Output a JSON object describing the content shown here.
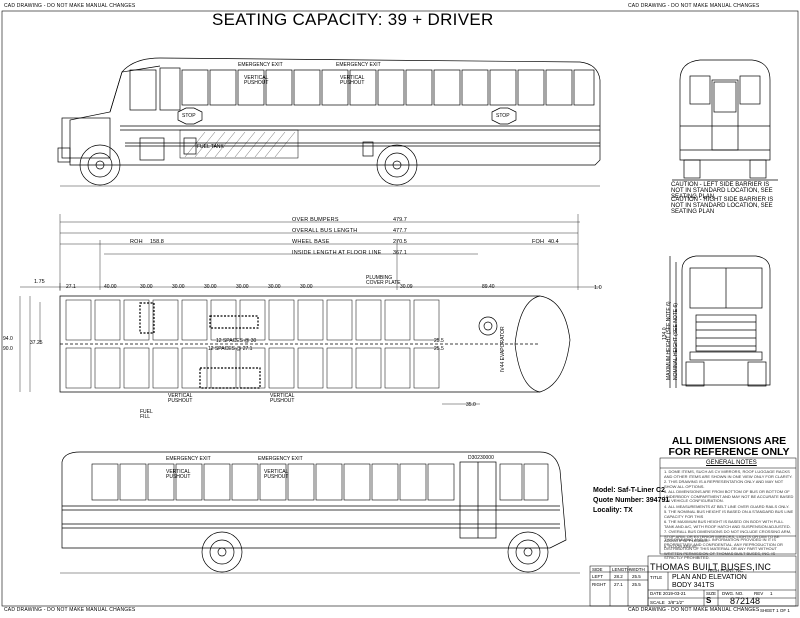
{
  "sheet": {
    "title": "SEATING CAPACITY: 39 + DRIVER",
    "corner_label": "CAD DRAWING - DO NOT MAKE MANUAL CHANGES",
    "reference_only": "ALL DIMENSIONS ARE FOR REFERENCE ONLY"
  },
  "side_view_top": {
    "emergency_exit_1": "EMERGENCY EXIT",
    "emergency_exit_2": "EMERGENCY EXIT",
    "vertical_pushout_1": "VERTICAL PUSHOUT",
    "vertical_pushout_2": "VERTICAL PUSHOUT",
    "stop_sign_front": "STOP",
    "stop_sign_rear": "STOP",
    "fuel_tank": "FUEL TANK"
  },
  "side_view_bottom": {
    "emergency_exit_1": "EMERGENCY EXIT",
    "emergency_exit_2": "EMERGENCY EXIT",
    "vertical_pushout_1": "VERTICAL PUSHOUT",
    "vertical_pushout_2": "VERTICAL PUSHOUT",
    "plate": "D30230000"
  },
  "rear_view": {
    "caution_left": "CAUTION - LEFT SIDE BARRIER IS NOT IN STANDARD LOCATION, SEE SEATING PLAN",
    "caution_right": "CAUTION - RIGHT SIDE BARRIER IS NOT IN STANDARD LOCATION, SEE SEATING PLAN"
  },
  "front_view": {
    "max_height": "MAXIMUM HEIGHT (SEE NOTE 6)",
    "nominal_height": "NOMINAL HEIGHT (SEE NOTE 6)",
    "max_height_value": "134.0"
  },
  "dimensions": {
    "over_bumpers_label": "OVER BUMPERS",
    "over_bumpers": "479.7",
    "overall_length_label": "OVERALL BUS LENGTH",
    "overall_length": "477.7",
    "wheel_base_label": "WHEEL BASE",
    "wheel_base": "270.5",
    "inside_length_label": "INSIDE LENGTH AT FLOOR LINE",
    "inside_length": "367.1",
    "roh_label": "ROH",
    "roh": "158.8",
    "foh_label": "FOH",
    "foh": "40.4",
    "offset_175": "1.75",
    "offset_10": "1.0",
    "seg_first": "27.1",
    "seg_2": "40.00",
    "seg_30": [
      "30.00",
      "30.00",
      "30.00",
      "30.00",
      "30.00",
      "30.00"
    ],
    "seg_last": "30.09",
    "front_area": "89.40",
    "width_94": "94.0",
    "width_90": "90.0",
    "width_3725": "37.25",
    "spaces_top": "12 SPACES @ 30",
    "spaces_bottom": "12 SPACES @ 27.1",
    "dim_350": "35.0",
    "dim_255_1": "25.5",
    "dim_255_2": "25.5",
    "fuel_fill": "FUEL FILL",
    "plumbing": "PLUMBING COVER PLATE",
    "evaporator": "IV44 EVAPORATOR",
    "floor_pushout_1": "VERTICAL PUSHOUT",
    "floor_pushout_2": "VERTICAL PUSHOUT"
  },
  "model_info": {
    "model": "Model: Saf-T-Liner C2",
    "quote": "Quote Number: 394791",
    "locality": "Locality: TX"
  },
  "notes": {
    "title": "GENERAL NOTES",
    "lines": [
      "1. DOME ITEMS, SUCH AS CV MIRRORS, ROOF LUGGAGE RACKS AND OTHER ITEMS ARE SHOWN IN ONE VIEW ONLY FOR CLARITY.",
      "2. THIS DRAWING IS A REPRESENTATION ONLY AND MAY NOT SHOW ALL OPTIONS.",
      "3. ALL DIMENSIONS ARE FROM BOTTOM OF BUS OR BOTTOM OF UNDERBODY COMPARTMENT AND MAY NOT BE ACCURATE BASED ON VEHICLE CONFIGURATION.",
      "4. ALL MEASUREMENTS AT BELT LINE OVER GUARD RAILS ONLY.",
      "5. THE NOMINAL BUS HEIGHT IS BASED ON A STANDARD BUS LINE CAPACITY FOR THIS",
      "6. THE MAXIMUM BUS HEIGHT IS BASED ON BODY WITH FULL TANK AND A/C, WITH ROOF HATCH AND SUSPENSION ADJUSTED.",
      "7. OVERALL BUS DIMENSIONS DO NOT INCLUDE CROSSING ARM, STOP ARM, OR EXTERIOR MIRRORS, LIGHTS OR DIM TO BE ADDED IF APPLICABLE.",
      "8. FLOOR AREAS"
    ],
    "footer": "THIS DRAWING AND ALL INFORMATION PROVIDED IN IT IS PROPRIETARY AND CONFIDENTIAL. ANY REPRODUCTION OR DISTRIBUTION OF THIS MATERIAL OR ANY PART WITHOUT WRITTEN PERMISSION OF THOMAS BUILT BUSES, INC. IS STRICTLY PROHIBITED."
  },
  "title_block": {
    "company": "THOMAS BUILT BUSES,INC",
    "company_sub": "HIGH POINT, NC",
    "title_label": "TITLE",
    "title_1": "PLAN AND ELEVATION",
    "title_2": "BODY 341TS",
    "size_label": "SIZE",
    "size": "S",
    "dwg_no_label": "DWG. NO.",
    "dwg_no": "872148",
    "scale_label": "SCALE",
    "scale": "3/8\"1/2\"",
    "sheet_label": "SHEET 1 OF 1",
    "date_label": "DATE 2019-03-21",
    "rev_label": "REV",
    "rev": "1",
    "table_headers": [
      "SIDE",
      "LENGTH",
      "WIDTH"
    ],
    "table_rows": [
      [
        "LEFT",
        "28.2",
        "25.5"
      ],
      [
        "RIGHT",
        "27.1",
        "25.5"
      ]
    ]
  }
}
